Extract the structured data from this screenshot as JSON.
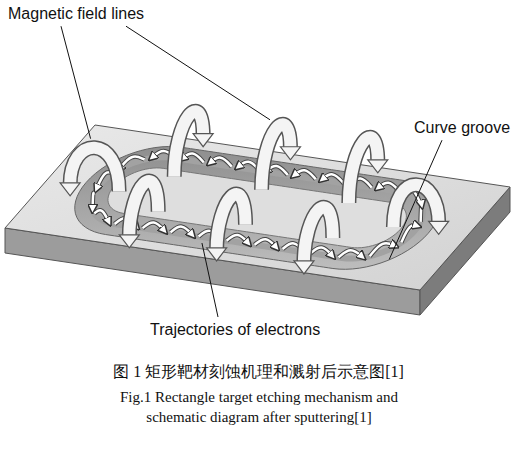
{
  "diagram": {
    "caption": "图 1 矩形靶材刻蚀机理和溅射后示意图[1]",
    "labels": [
      "Magnetic field lines",
      "Curve groove",
      "Trajectories of electrons",
      "Fig.1 Rectangle target etching mechanism and schematic diagram after sputtering[1]"
    ]
  }
}
